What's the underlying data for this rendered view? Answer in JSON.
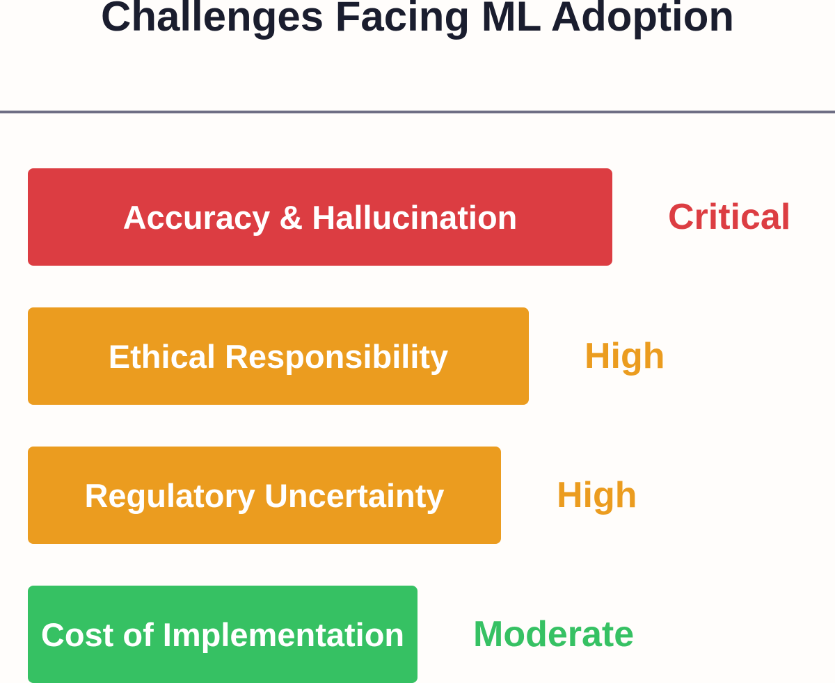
{
  "chart_data": {
    "type": "bar",
    "orientation": "horizontal",
    "title": "Challenges Facing ML Adoption",
    "categories": [
      "Accuracy & Hallucination",
      "Ethical Responsibility",
      "Regulatory Uncertainty",
      "Cost of Implementation"
    ],
    "values": [
      84,
      72,
      68,
      56
    ],
    "levels": [
      "Critical",
      "High",
      "High",
      "Moderate"
    ],
    "colors": [
      "#dc3d42",
      "#eb9c1f",
      "#eb9c1f",
      "#36c163"
    ],
    "xlim": [
      0,
      100
    ],
    "grid": false,
    "legend": "none"
  }
}
